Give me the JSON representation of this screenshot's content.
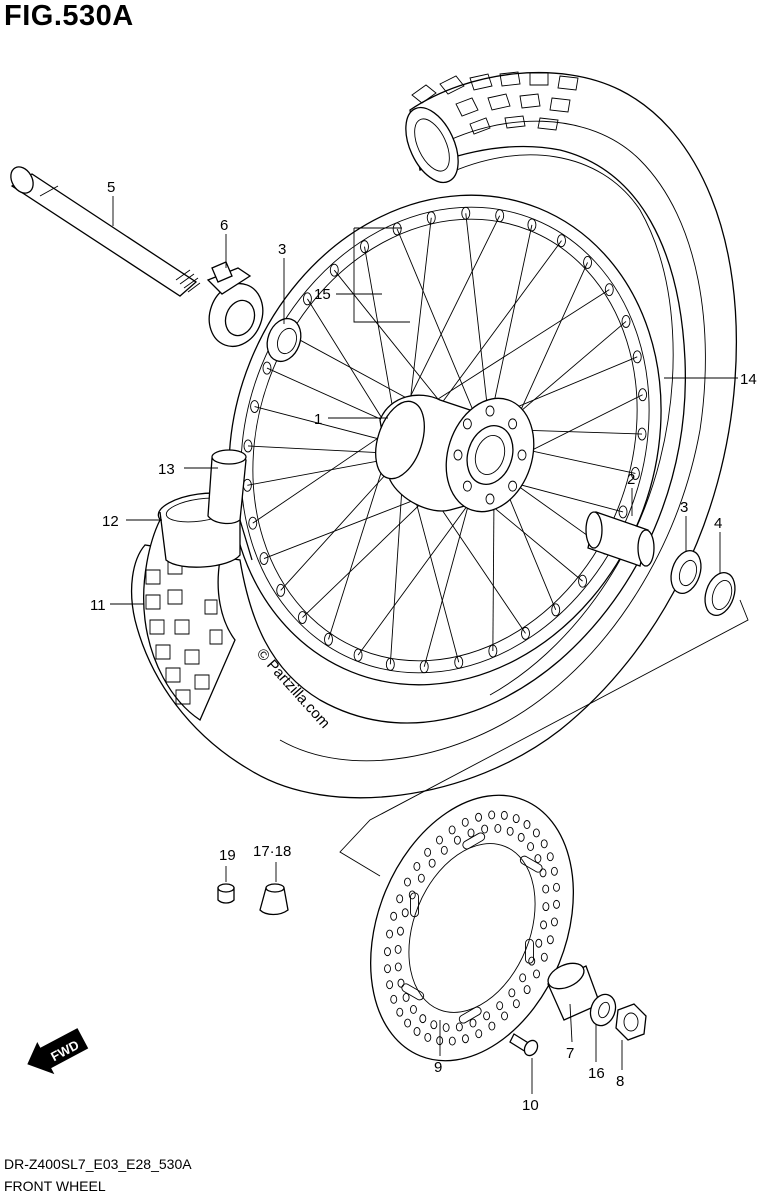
{
  "figure": {
    "title": "FIG.530A",
    "model_code": "DR-Z400SL7_E03_E28_530A",
    "section_name": "FRONT WHEEL"
  },
  "watermark": "© Partzilla.com",
  "direction_badge": "FWD",
  "callouts": [
    {
      "id": "c1",
      "label": "1"
    },
    {
      "id": "c2",
      "label": "2"
    },
    {
      "id": "c3a",
      "label": "3"
    },
    {
      "id": "c3b",
      "label": "3"
    },
    {
      "id": "c4",
      "label": "4"
    },
    {
      "id": "c5",
      "label": "5"
    },
    {
      "id": "c6",
      "label": "6"
    },
    {
      "id": "c7",
      "label": "7"
    },
    {
      "id": "c8",
      "label": "8"
    },
    {
      "id": "c9",
      "label": "9"
    },
    {
      "id": "c10",
      "label": "10"
    },
    {
      "id": "c11",
      "label": "11"
    },
    {
      "id": "c12",
      "label": "12"
    },
    {
      "id": "c13",
      "label": "13"
    },
    {
      "id": "c14",
      "label": "14"
    },
    {
      "id": "c15",
      "label": "15"
    },
    {
      "id": "c16",
      "label": "16"
    },
    {
      "id": "c17",
      "label": "17·18"
    },
    {
      "id": "c19",
      "label": "19"
    }
  ]
}
